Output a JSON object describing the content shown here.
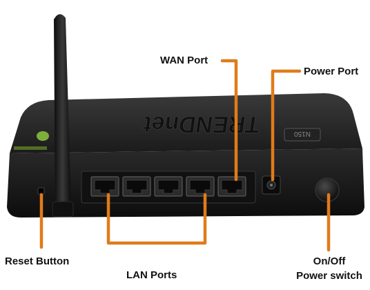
{
  "labels": {
    "wan_port": "WAN Port",
    "power_port": "Power Port",
    "reset_button": "Reset Button",
    "lan_ports": "LAN Ports",
    "onoff_line1": "On/Off",
    "onoff_line2": "Power switch"
  },
  "device": {
    "brand_text": "TRENDnet",
    "model_text": "N150",
    "lan_port_count": 4,
    "wan_port_count": 1
  },
  "colors": {
    "leader_line": "#E07B1A",
    "device_body": "#1a1a1a",
    "label_text": "#111111",
    "brand_accent": "#8DC63F"
  }
}
